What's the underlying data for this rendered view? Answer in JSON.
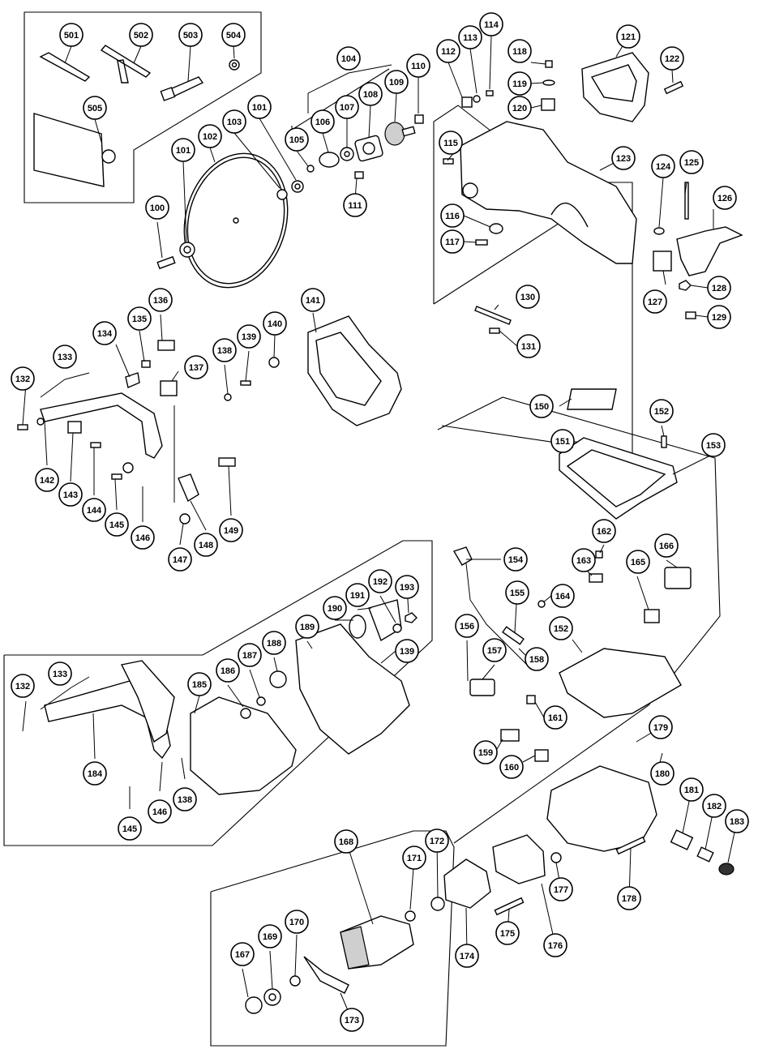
{
  "diagram": {
    "callouts": [
      "501",
      "502",
      "503",
      "504",
      "505",
      "100",
      "101",
      "102",
      "103",
      "101",
      "105",
      "106",
      "107",
      "108",
      "109",
      "110",
      "104",
      "111",
      "112",
      "113",
      "114",
      "118",
      "119",
      "120",
      "121",
      "122",
      "115",
      "116",
      "117",
      "123",
      "124",
      "125",
      "126",
      "127",
      "128",
      "129",
      "130",
      "131",
      "132",
      "133",
      "134",
      "135",
      "136",
      "137",
      "138",
      "139",
      "140",
      "141",
      "142",
      "143",
      "144",
      "145",
      "146",
      "147",
      "148",
      "149",
      "150",
      "151",
      "152",
      "153",
      "154",
      "155",
      "156",
      "157",
      "158",
      "159",
      "160",
      "161",
      "162",
      "163",
      "164",
      "152",
      "165",
      "166",
      "132",
      "133",
      "184",
      "185",
      "186",
      "187",
      "188",
      "189",
      "190",
      "191",
      "192",
      "193",
      "139",
      "145",
      "146",
      "138",
      "168",
      "171",
      "172",
      "167",
      "169",
      "170",
      "173",
      "174",
      "175",
      "176",
      "177",
      "178",
      "179",
      "180",
      "181",
      "182",
      "183"
    ]
  }
}
